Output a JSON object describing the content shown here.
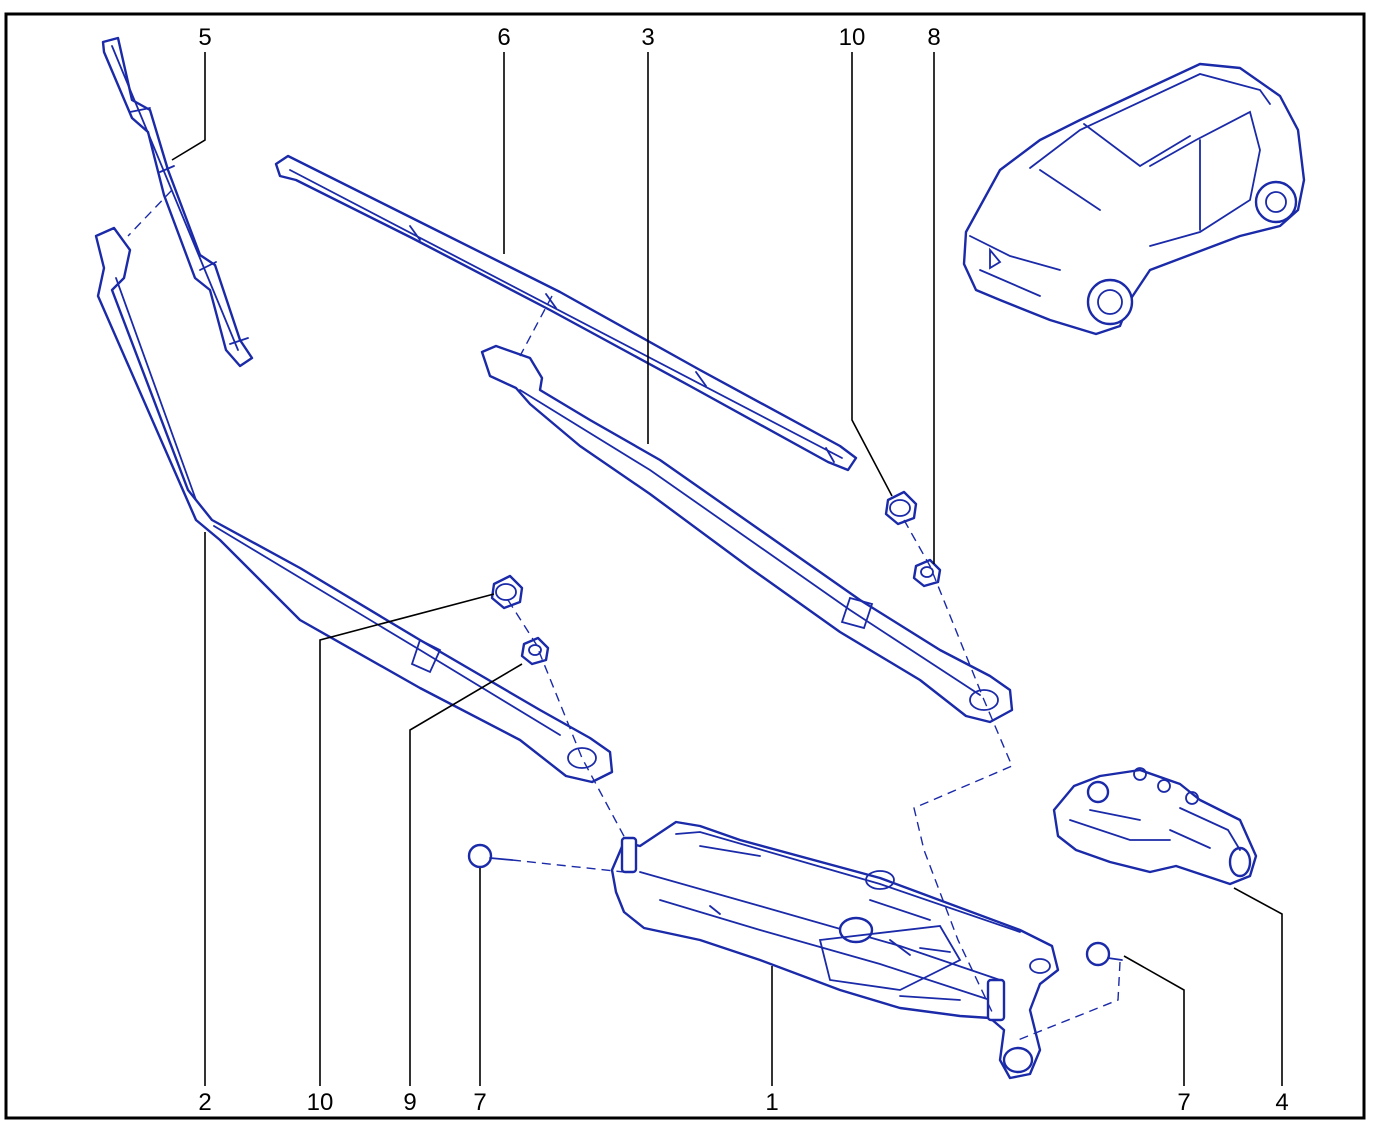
{
  "colors": {
    "line": "#1a2aa8",
    "frame": "#000000",
    "background": "#ffffff"
  },
  "callouts": {
    "top": [
      "5",
      "6",
      "3",
      "10",
      "8"
    ],
    "bottom": [
      "2",
      "10",
      "9",
      "7",
      "1",
      "7",
      "4"
    ]
  }
}
